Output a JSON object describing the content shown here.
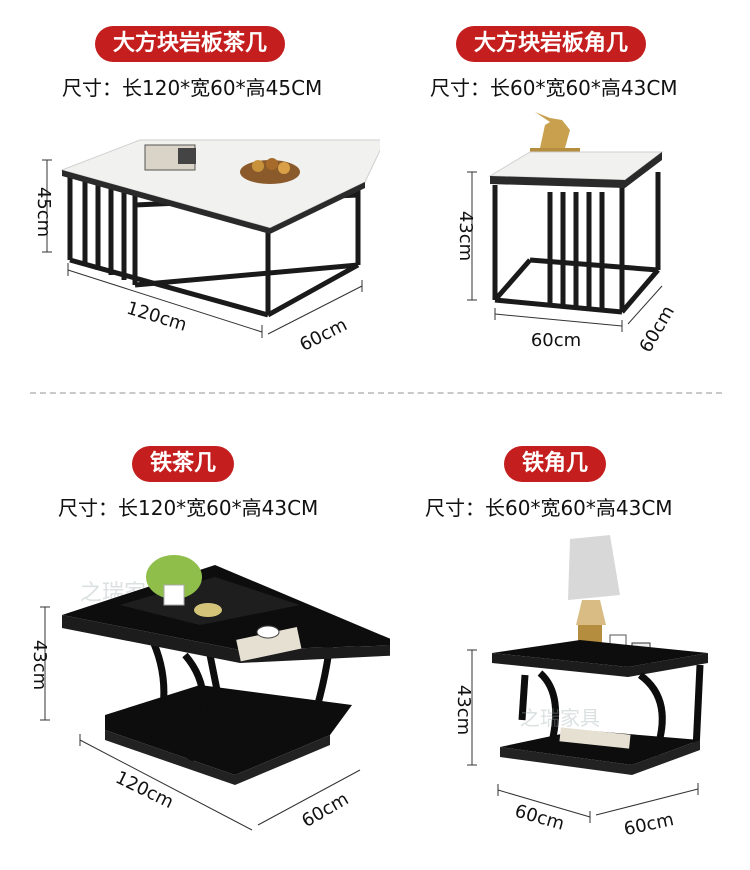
{
  "products": [
    {
      "name": "大方块岩板茶几",
      "spec": "尺寸：长120*宽60*高45CM",
      "dims": {
        "height": "45cm",
        "length": "120cm",
        "width": "60cm"
      }
    },
    {
      "name": "大方块岩板角几",
      "spec": "尺寸：长60*宽60*高43CM",
      "dims": {
        "height": "43cm",
        "length": "60cm",
        "width": "60cm"
      }
    },
    {
      "name": "铁茶几",
      "spec": "尺寸：长120*宽60*高43CM",
      "dims": {
        "height": "43cm",
        "length": "120cm",
        "width": "60cm"
      }
    },
    {
      "name": "铁角几",
      "spec": "尺寸：长60*宽60*高43CM",
      "dims": {
        "height": "43cm",
        "length": "60cm",
        "width": "60cm"
      }
    }
  ],
  "colors": {
    "badge": "#c41e1e",
    "metal_frame": "#1a1a1a",
    "marble_top": "#f2f2f0",
    "glass_top": "#0d0d0d"
  },
  "watermark": "之瑞家具"
}
